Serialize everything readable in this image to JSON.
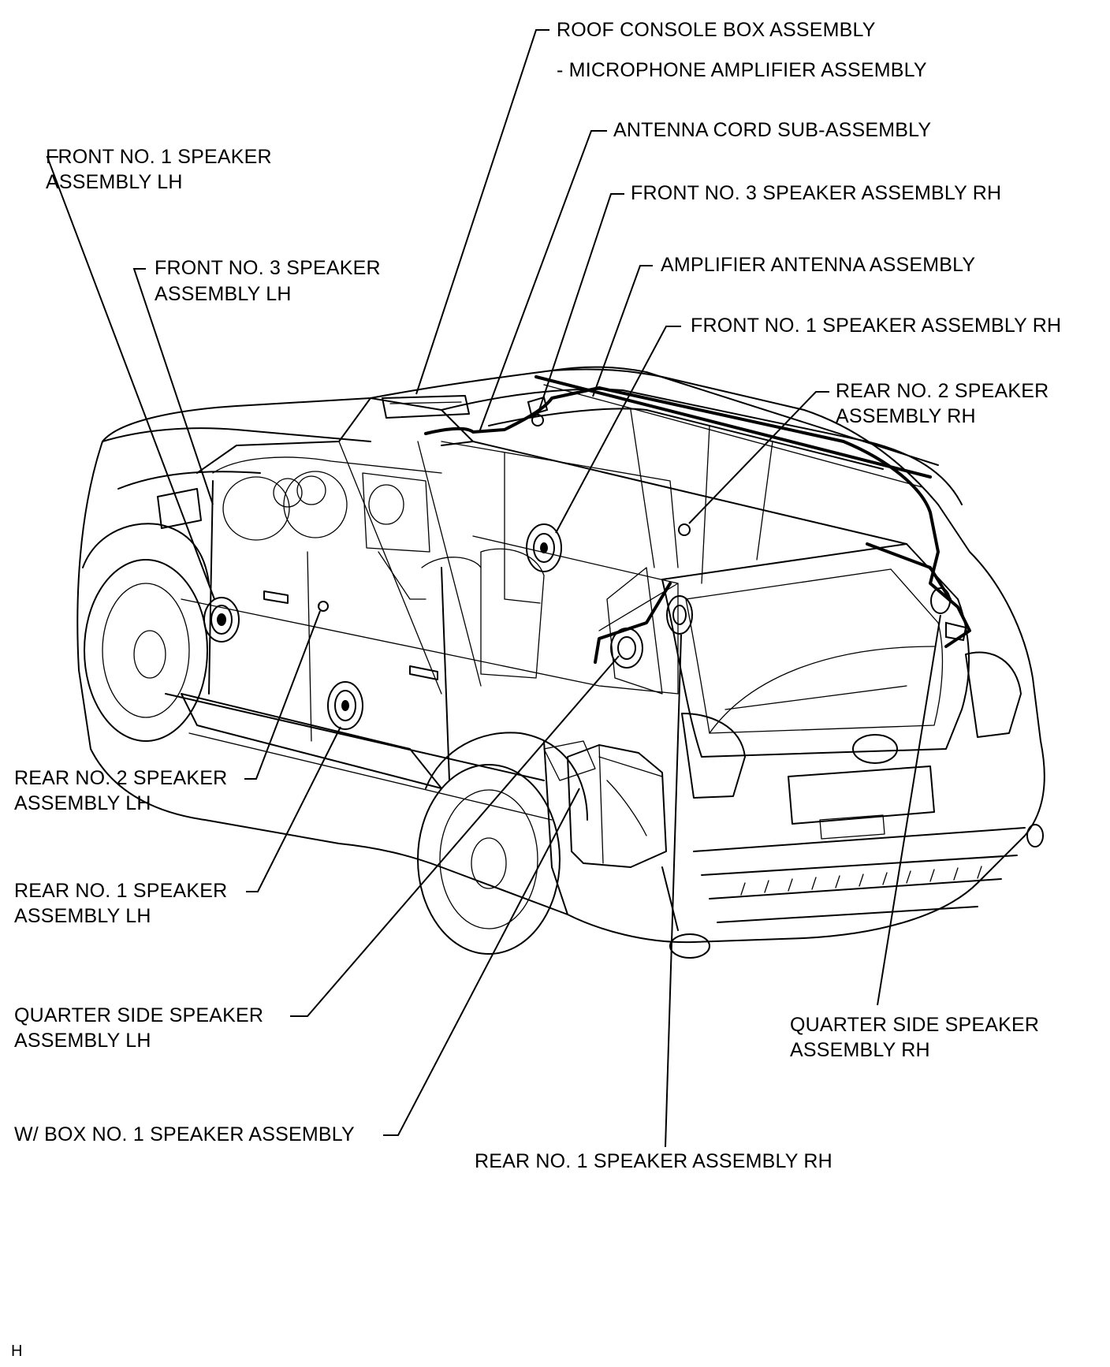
{
  "labels": {
    "roof_console": "ROOF CONSOLE BOX ASSEMBLY",
    "mic_amp": "- MICROPHONE AMPLIFIER ASSEMBLY",
    "antenna_cord": "ANTENNA CORD SUB-ASSEMBLY",
    "front3_rh": "FRONT NO. 3 SPEAKER ASSEMBLY RH",
    "amp_antenna": "AMPLIFIER ANTENNA ASSEMBLY",
    "front1_rh": "FRONT NO. 1 SPEAKER ASSEMBLY RH",
    "rear2_rh_l1": "REAR NO. 2 SPEAKER",
    "rear2_rh_l2": "ASSEMBLY RH",
    "front1_lh_l1": "FRONT NO. 1 SPEAKER",
    "front1_lh_l2": "ASSEMBLY LH",
    "front3_lh_l1": "FRONT NO. 3 SPEAKER",
    "front3_lh_l2": "ASSEMBLY LH",
    "rear2_lh_l1": "REAR NO. 2 SPEAKER",
    "rear2_lh_l2": "ASSEMBLY LH",
    "rear1_lh_l1": "REAR NO. 1 SPEAKER",
    "rear1_lh_l2": "ASSEMBLY LH",
    "quarter_lh_l1": "QUARTER SIDE SPEAKER",
    "quarter_lh_l2": "ASSEMBLY LH",
    "box1": "W/ BOX NO. 1 SPEAKER ASSEMBLY",
    "rear1_rh": "REAR NO. 1 SPEAKER ASSEMBLY RH",
    "quarter_rh_l1": "QUARTER SIDE SPEAKER",
    "quarter_rh_l2": "ASSEMBLY RH"
  },
  "corner_mark": "H"
}
